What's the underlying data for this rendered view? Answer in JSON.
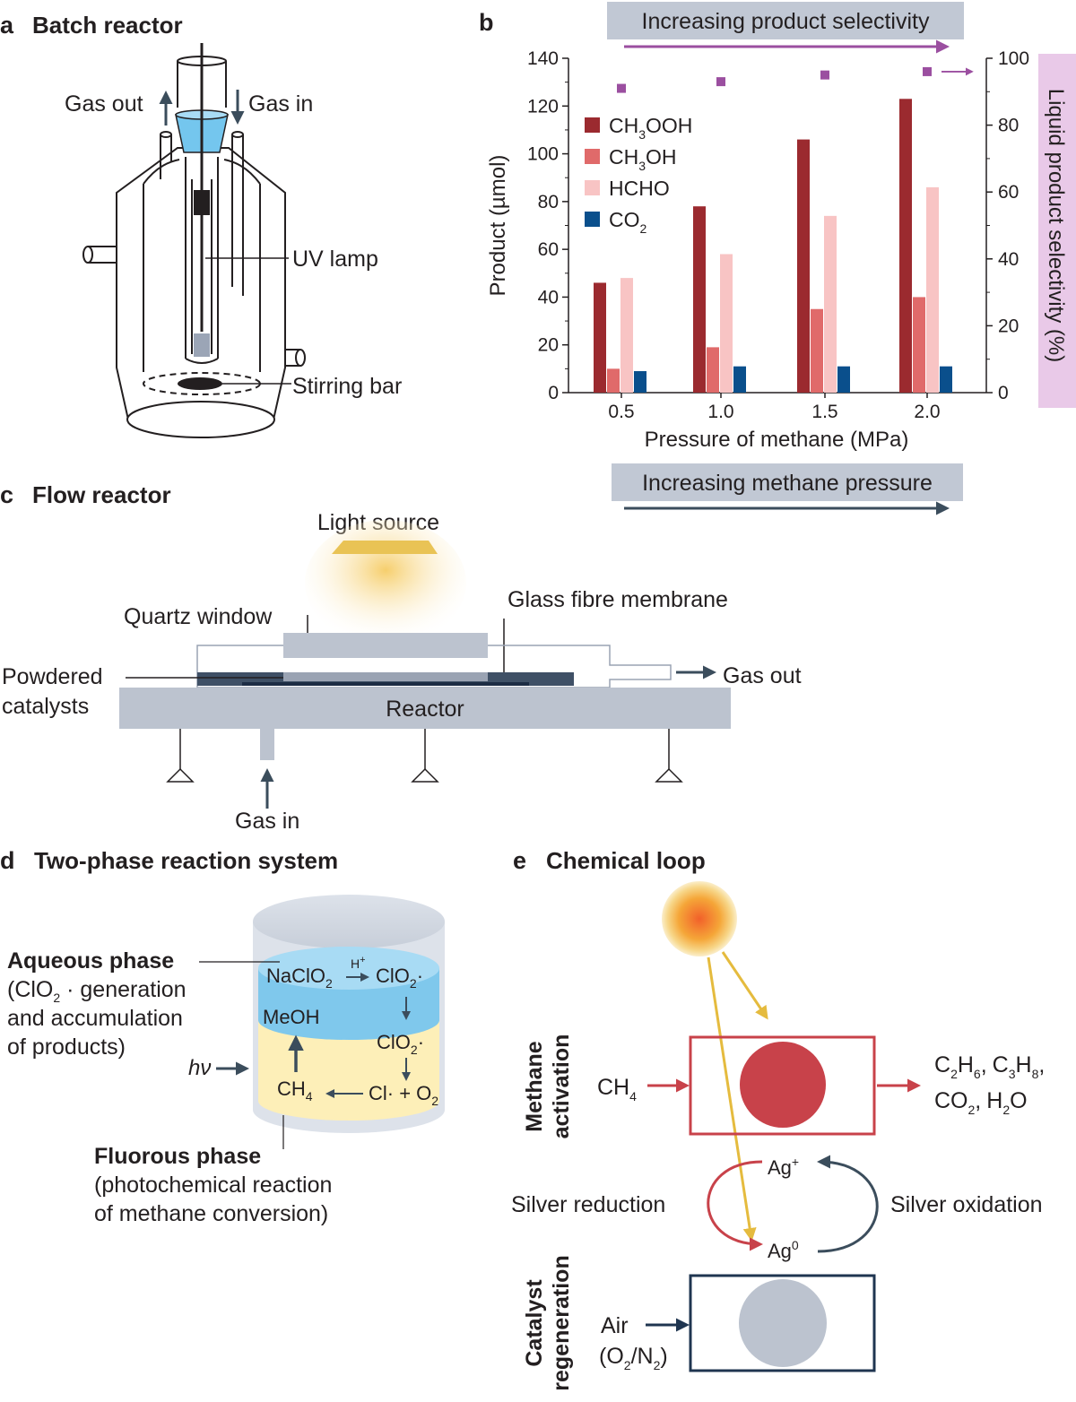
{
  "panels": {
    "a": {
      "letter": "a",
      "title": "Batch reactor",
      "labels": {
        "gas_out": "Gas out",
        "gas_in": "Gas in",
        "uv_lamp": "UV lamp",
        "stirring_bar": "Stirring bar"
      }
    },
    "b": {
      "letter": "b",
      "banner_top": "Increasing product selectivity",
      "banner_bottom": "Increasing methane pressure"
    },
    "c": {
      "letter": "c",
      "title": "Flow reactor",
      "labels": {
        "light_source": "Light source",
        "glass_fibre": "Glass fibre membrane",
        "quartz_window": "Quartz window",
        "powdered_1": "Powdered",
        "powdered_2": "catalysts",
        "gas_out": "Gas out",
        "reactor": "Reactor",
        "gas_in": "Gas in"
      }
    },
    "d": {
      "letter": "d",
      "title": "Two-phase reaction system",
      "aqueous": {
        "title": "Aqueous phase",
        "line1_a": "(ClO",
        "line1_sub": "2",
        "line1_b": " · generation",
        "line2": "and accumulation",
        "line3": "of products)"
      },
      "fluorous": {
        "title": "Fluorous phase",
        "line1": "(photochemical reaction",
        "line2": "of methane conversion)"
      },
      "hv": "hν",
      "species": {
        "naclo": "NaClO",
        "two": "2",
        "hplus": "H",
        "plus": "+",
        "clo": "ClO",
        "dot": "·",
        "meoh": "MeOH",
        "ch": "CH",
        "four": "4",
        "cl": "Cl· + O"
      }
    },
    "e": {
      "letter": "e",
      "title": "Chemical loop",
      "methane_activation": [
        "Methane",
        "activation"
      ],
      "catalyst_regeneration": [
        "Catalyst",
        "regeneration"
      ],
      "silver_reduction": "Silver reduction",
      "silver_oxidation": "Silver oxidation",
      "ag": "Ag",
      "ag_plus": "+",
      "ag_zero": "0",
      "air": "Air",
      "o2n2_a": "(O",
      "o2n2_b": "/N",
      "o2n2_c": ")",
      "two": "2",
      "products_c": "C",
      "products_h": "H",
      "products_co": "CO",
      "products_h2o": "O",
      "six": "6",
      "three": "3",
      "eight": "8",
      "comma": ",",
      "ch": "CH",
      "four": "4"
    }
  },
  "chart_data": {
    "type": "bar",
    "categories": [
      "0.5",
      "1.0",
      "1.5",
      "2.0"
    ],
    "xlabel": "Pressure of methane (MPa)",
    "ylabel": "Product (µmol)",
    "ylabel2": "Liquid product selectivity (%)",
    "ylim": [
      0,
      140
    ],
    "y2lim": [
      0,
      100
    ],
    "yticks": [
      "0",
      "20",
      "40",
      "60",
      "80",
      "100",
      "120",
      "140"
    ],
    "y2ticks": [
      "0",
      "20",
      "40",
      "60",
      "80",
      "100"
    ],
    "series": [
      {
        "name": "CH3OOH",
        "legend_main": "CH",
        "legend_sub": "3",
        "legend_tail": "OOH",
        "color": "#9b2a2f",
        "values": [
          46,
          78,
          106,
          123
        ]
      },
      {
        "name": "CH3OH",
        "legend_main": "CH",
        "legend_sub": "3",
        "legend_tail": "OH",
        "color": "#e06a6a",
        "values": [
          10,
          19,
          35,
          40
        ]
      },
      {
        "name": "HCHO",
        "legend_main": "HCHO",
        "legend_sub": "",
        "legend_tail": "",
        "color": "#f8c4c4",
        "values": [
          48,
          58,
          74,
          86
        ]
      },
      {
        "name": "CO2",
        "legend_main": "CO",
        "legend_sub": "2",
        "legend_tail": "",
        "color": "#0a4f8c",
        "values": [
          9,
          11,
          11,
          11
        ]
      }
    ],
    "selectivity": {
      "color": "#9b4fa0",
      "values": [
        91,
        93,
        95,
        96
      ]
    },
    "legend": "top-left",
    "grid": false
  }
}
